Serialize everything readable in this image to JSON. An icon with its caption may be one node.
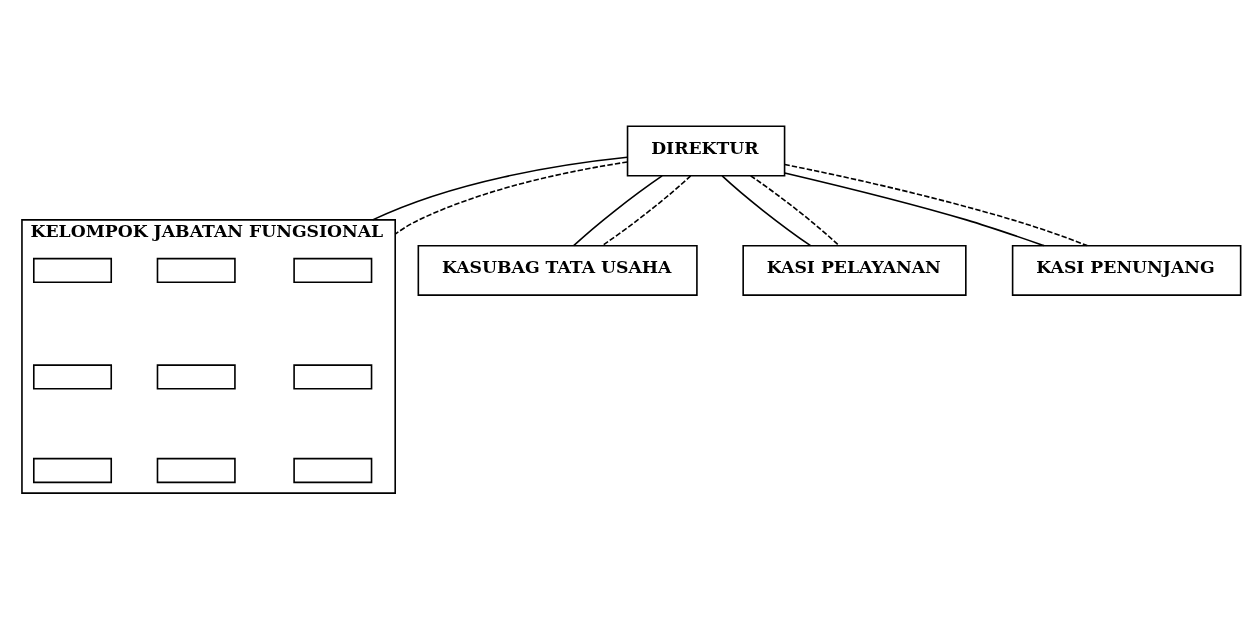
{
  "diagram": {
    "nodes": [
      {
        "text": [
          "DIREKTUR"
        ]
      },
      {
        "text": [
          "KELOMPOK JABATAN FUNGSIONAL"
        ]
      },
      {
        "text": [],
        "shape": "box",
        "in": 1
      },
      {
        "text": [],
        "shape": "box",
        "in": 1
      },
      {
        "text": [],
        "shape": "box",
        "in": 1
      },
      {
        "text": [],
        "shape": "box",
        "in": 1
      },
      {
        "text": [],
        "shape": "box",
        "in": 1
      },
      {
        "text": [],
        "shape": "box",
        "in": 1
      },
      {
        "text": [],
        "shape": "box",
        "in": 1
      },
      {
        "text": [],
        "shape": "box",
        "in": 1
      },
      {
        "text": [],
        "shape": "box",
        "in": 1
      },
      {
        "text": [
          "KASUBAG TATA USAHA"
        ]
      },
      {
        "text": [
          "KASI PELAYANAN"
        ]
      },
      {
        "text": [
          "KASI PENUNJANG"
        ]
      }
    ],
    "edges": [
      {
        "from": 0,
        "to": 1,
        "arrow": "none"
      },
      {
        "from": 0,
        "to": 1,
        "arrow": "none",
        "style": "dashed"
      },
      {
        "from": 0,
        "to": 11,
        "arrow": "none"
      },
      {
        "from": 0,
        "to": 11,
        "arrow": "none",
        "style": "dashed"
      },
      {
        "from": 0,
        "to": 12,
        "arrow": "none"
      },
      {
        "from": 0,
        "to": 12,
        "arrow": "none",
        "style": "dashed"
      },
      {
        "from": 0,
        "to": 13,
        "arrow": "none"
      },
      {
        "from": 0,
        "to": 13,
        "arrow": "none",
        "style": "dashed"
      }
    ]
  }
}
